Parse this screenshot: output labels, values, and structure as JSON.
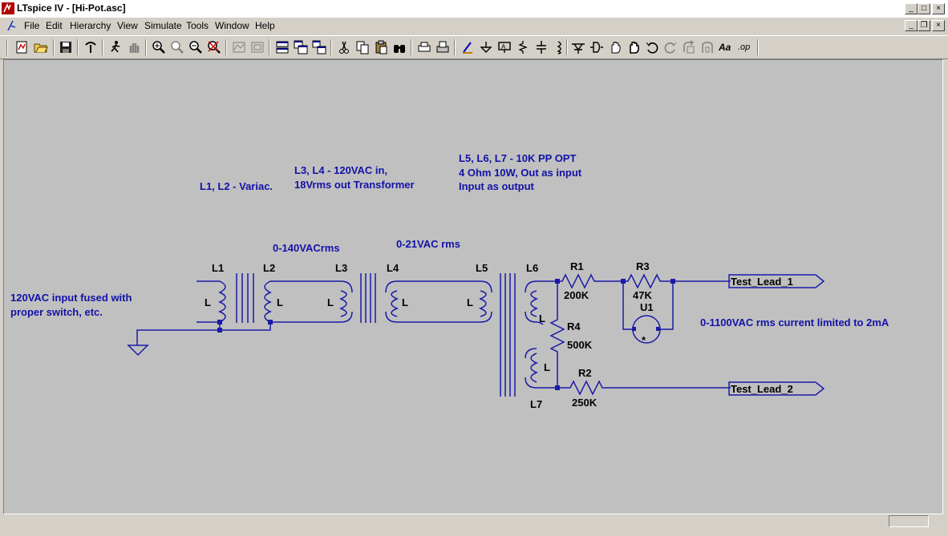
{
  "window": {
    "title": "LTspice IV - [Hi-Pot.asc]",
    "controls": {
      "minimize": "_",
      "maximize": "□",
      "close": "×"
    },
    "doc_controls": {
      "minimize": "_",
      "restore": "❐",
      "close": "×"
    }
  },
  "menu": [
    "File",
    "Edit",
    "Hierarchy",
    "View",
    "Simulate",
    "Tools",
    "Window",
    "Help"
  ],
  "toolbar": {
    "icons": [
      "new-schematic-icon",
      "open-icon",
      "save-icon",
      "control-panel-icon",
      "run-icon",
      "halt-icon",
      "zoom-in-icon",
      "zoom-pan-icon",
      "zoom-out-icon",
      "zoom-cancel-icon",
      "autorange-icon",
      "fit-icon",
      "tile-horizontal-icon",
      "cascade-icon",
      "tile-vertical-icon",
      "cut-icon",
      "copy-icon",
      "paste-icon",
      "find-icon",
      "print-setup-icon",
      "print-icon",
      "draw-wire-icon",
      "ground-icon",
      "label-net-icon",
      "resistor-icon",
      "capacitor-icon",
      "inductor-icon",
      "diode-icon",
      "component-icon",
      "move-icon",
      "drag-icon",
      "undo-icon",
      "redo-icon",
      "rotate-icon",
      "mirror-icon",
      "text-icon",
      "spice-directive-icon"
    ],
    "text_icon_label": "Aa",
    "spice_icon_label": ".op"
  },
  "schematic": {
    "annotations": {
      "input_note_1": "120VAC input fused with",
      "input_note_2": "proper switch, etc.",
      "variac_note": "L1, L2 - Variac.",
      "xfmr_note_1": "L3, L4 - 120VAC in,",
      "xfmr_note_2": "18Vrms out Transformer",
      "opt_note_1": "L5, L6, L7 - 10K PP OPT",
      "opt_note_2": "4 Ohm 10W, Out as input",
      "opt_note_3": "Input as output",
      "v1": "0-140VACrms",
      "v2": "0-21VAC rms",
      "output_note": "0-1100VAC rms current limited to 2mA"
    },
    "inductors": {
      "L1": "L1",
      "L2": "L2",
      "L3": "L3",
      "L4": "L4",
      "L5": "L5",
      "L6": "L6",
      "L7": "L7",
      "value": "L"
    },
    "resistors": {
      "R1": "R1",
      "R1_value": "200K",
      "R2": "R2",
      "R2_value": "250K",
      "R3": "R3",
      "R3_value": "47K",
      "R4": "R4",
      "R4_value": "500K"
    },
    "lamp": {
      "name": "U1",
      "mark": "*"
    },
    "outputs": {
      "lead1": "Test_Lead_1",
      "lead2": "Test_Lead_2"
    }
  }
}
